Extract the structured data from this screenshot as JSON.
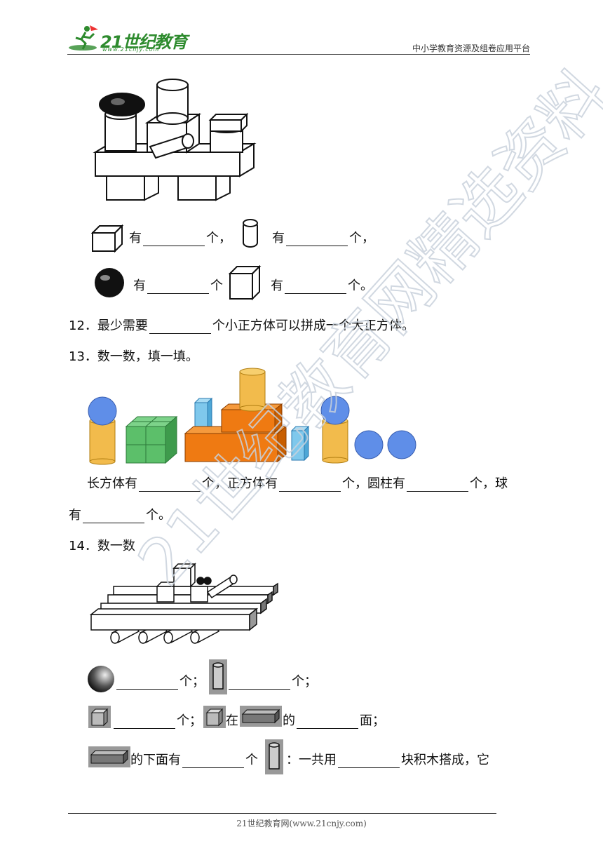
{
  "header": {
    "logo_text": "21世纪教育",
    "logo_url": "www.21cnjy.com",
    "platform": "中小学教育资源及组卷应用平台"
  },
  "q11": {
    "row1": {
      "label_a": "有",
      "unit_a": "个，",
      "label_b": "有",
      "unit_b": "个，"
    },
    "row2": {
      "label_a": "有",
      "unit_a": "个",
      "label_b": "有",
      "unit_b": "个。"
    }
  },
  "q12": {
    "number": "12．",
    "before": "最少需要",
    "after": "个小正方体可以拼成一个大正方体。"
  },
  "q13": {
    "number": "13．",
    "title": "数一数，填一填。",
    "line1": {
      "a": "长方体有",
      "b": "个，正方体有",
      "c": "个，圆柱有",
      "d": "个，球"
    },
    "line2": {
      "a": "有",
      "b": "个。"
    }
  },
  "q14": {
    "number": "14．",
    "title": "数一数",
    "row1": {
      "unit_a": "个；",
      "unit_b": "个；"
    },
    "row2": {
      "unit_a": "个；",
      "in": "在",
      "of": "的",
      "face": "面；"
    },
    "row3": {
      "below": "的下面有",
      "unit": "个",
      "colon": "：一共用",
      "end": "块积木搭成，它"
    }
  },
  "watermark": "21世纪教育网精选资料",
  "footer": {
    "text": "21世纪教育网(www.21cnjy.com)"
  }
}
